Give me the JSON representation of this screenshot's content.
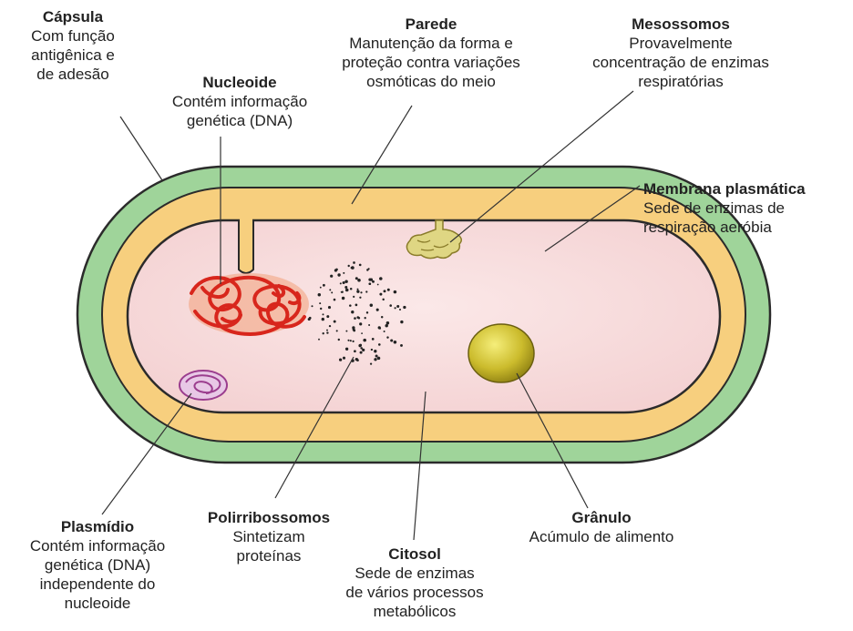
{
  "labels": {
    "capsula": {
      "title": "Cápsula",
      "desc": "Com função\nantigênica e\nde adesão"
    },
    "parede": {
      "title": "Parede",
      "desc": "Manutenção da forma e\nproteção contra variações\nosmóticas do meio"
    },
    "mesossomos": {
      "title": "Mesossomos",
      "desc": "Provavelmente\nconcentração de enzimas\nrespiratórias"
    },
    "nucleoide": {
      "title": "Nucleoide",
      "desc": "Contém informação\ngenética (DNA)"
    },
    "membrana": {
      "title": "Membrana plasmática",
      "desc": "Sede de enzimas de\nrespiração aeróbia"
    },
    "plasmidio": {
      "title": "Plasmídio",
      "desc": "Contém informação\ngenética (DNA)\nindependente do\nnucleoide"
    },
    "polirribossomos": {
      "title": "Polirribossomos",
      "desc": "Sintetizam\nproteínas"
    },
    "citosol": {
      "title": "Citosol",
      "desc": "Sede de enzimas\nde vários processos\nmetabólicos"
    },
    "granulo": {
      "title": "Grânulo",
      "desc": "Acúmulo de alimento"
    }
  },
  "colors": {
    "capsule": "#9fd49a",
    "wall": "#f7cf7e",
    "cytosol": "#f6d3d4",
    "outline": "#2b2b2b",
    "nucleoid": "#d8261c",
    "plasmid": "#9b3d8e",
    "granule": "#c8b92a",
    "mesosome": "#d9d27a"
  }
}
